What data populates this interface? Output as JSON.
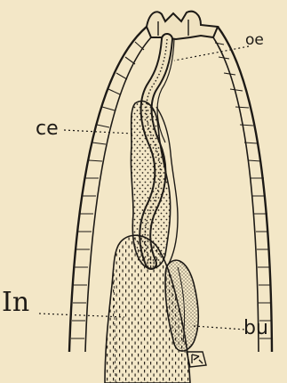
{
  "figure": {
    "labels": {
      "oe": "oe",
      "ce": "ce",
      "in": "In",
      "bu": "bu"
    }
  }
}
